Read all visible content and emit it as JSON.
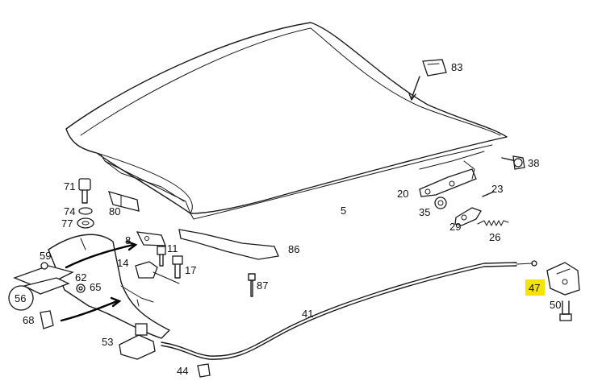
{
  "callouts": [
    {
      "id": "83",
      "label": "83"
    },
    {
      "id": "38",
      "label": "38"
    },
    {
      "id": "71",
      "label": "71"
    },
    {
      "id": "74",
      "label": "74"
    },
    {
      "id": "77",
      "label": "77"
    },
    {
      "id": "80",
      "label": "80"
    },
    {
      "id": "20",
      "label": "20"
    },
    {
      "id": "23",
      "label": "23"
    },
    {
      "id": "35",
      "label": "35"
    },
    {
      "id": "5",
      "label": "5"
    },
    {
      "id": "29",
      "label": "29"
    },
    {
      "id": "26",
      "label": "26"
    },
    {
      "id": "8",
      "label": "8"
    },
    {
      "id": "11",
      "label": "11"
    },
    {
      "id": "86",
      "label": "86"
    },
    {
      "id": "59",
      "label": "59"
    },
    {
      "id": "14",
      "label": "14"
    },
    {
      "id": "17",
      "label": "17"
    },
    {
      "id": "62",
      "label": "62"
    },
    {
      "id": "65",
      "label": "65"
    },
    {
      "id": "56",
      "label": "56"
    },
    {
      "id": "87",
      "label": "87"
    },
    {
      "id": "41",
      "label": "41"
    },
    {
      "id": "47",
      "label": "47"
    },
    {
      "id": "50",
      "label": "50"
    },
    {
      "id": "68",
      "label": "68"
    },
    {
      "id": "53",
      "label": "53"
    },
    {
      "id": "44",
      "label": "44"
    }
  ],
  "highlight": {
    "callout": "47",
    "color": "#f5e400"
  }
}
